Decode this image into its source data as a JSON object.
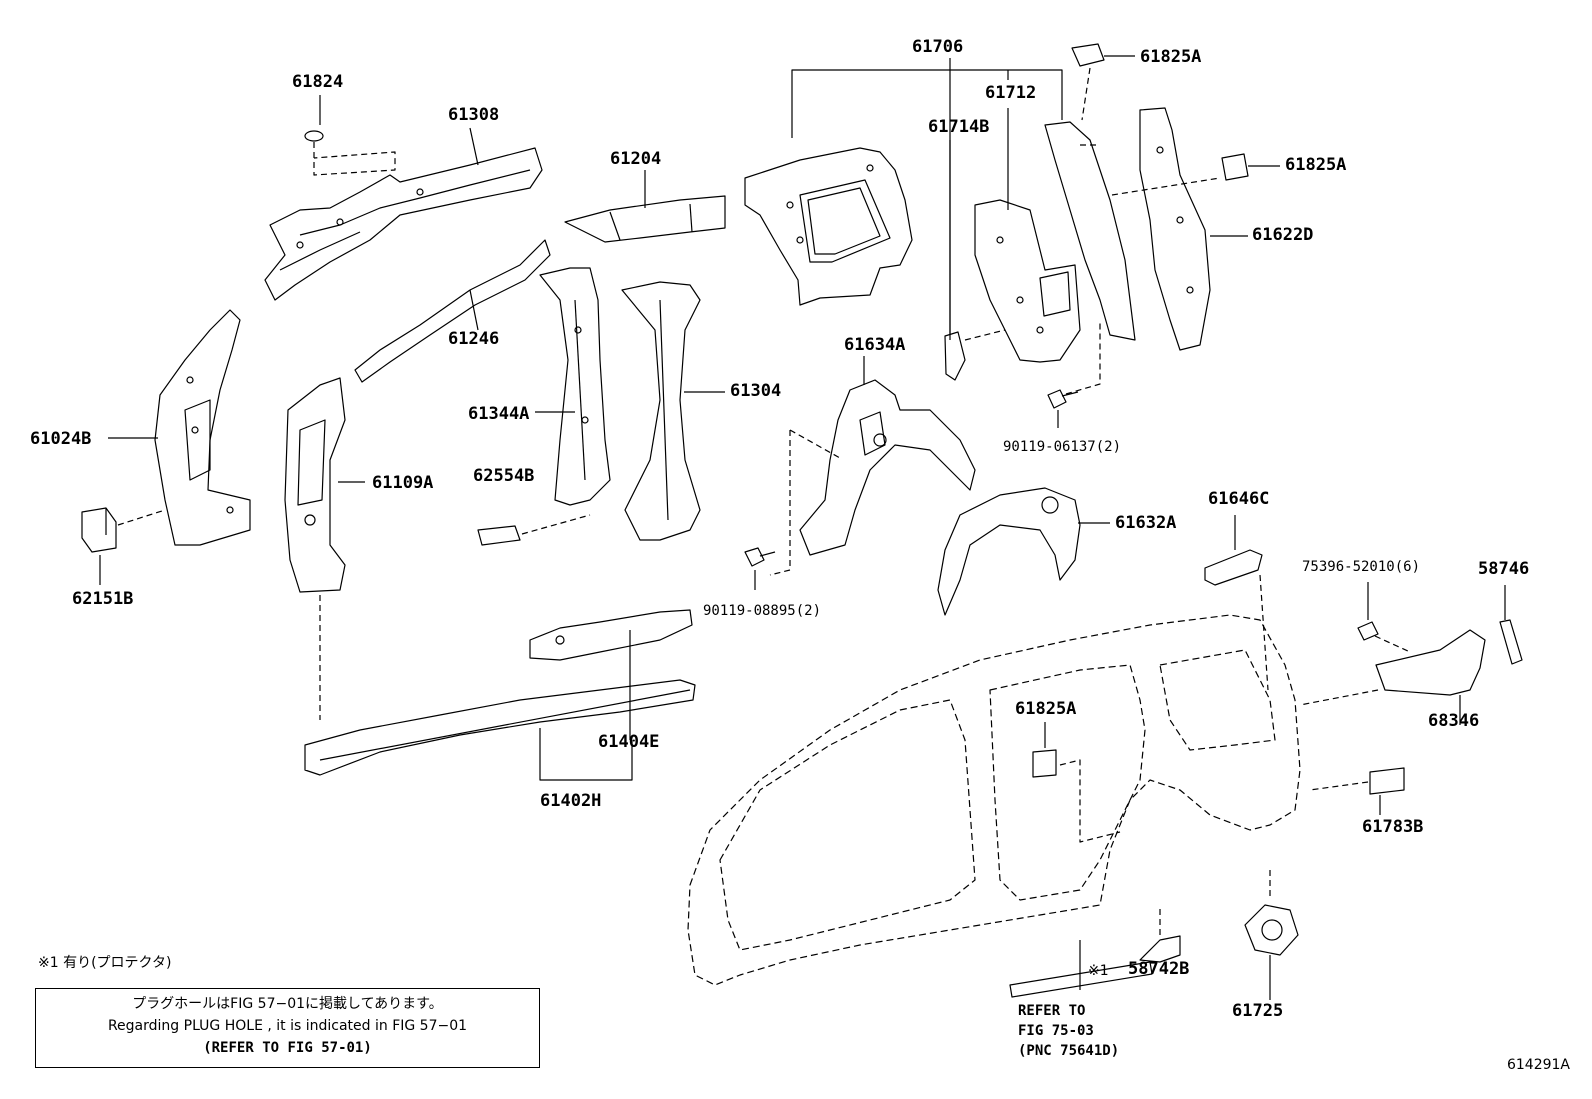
{
  "parts": {
    "p61706": "61706",
    "p61825A_top": "61825A",
    "p61712": "61712",
    "p61714B": "61714B",
    "p61824": "61824",
    "p61308": "61308",
    "p61204": "61204",
    "p61825A_mid": "61825A",
    "p61622D": "61622D",
    "p61246": "61246",
    "p61634A": "61634A",
    "p61304": "61304",
    "p61024B": "61024B",
    "p61344A": "61344A",
    "p90119_06137": "90119-06137(2)",
    "p61109A": "61109A",
    "p62554B": "62554B",
    "p61646C": "61646C",
    "p61632A": "61632A",
    "p75396": "75396-52010(6)",
    "p58746": "58746",
    "p62151B": "62151B",
    "p90119_08895": "90119-08895(2)",
    "p61825A_low": "61825A",
    "p68346": "68346",
    "p61404E": "61404E",
    "p61402H": "61402H",
    "p61783B": "61783B",
    "p58742B": "58742B",
    "p61725": "61725"
  },
  "refer": {
    "line1": "REFER TO",
    "line2": "FIG 75-03",
    "line3": "(PNC 75641D)"
  },
  "marks": {
    "footnote": "※1 有り(プロテクタ)",
    "m58742": "※1"
  },
  "note": {
    "jp": "プラグホールはFIG 57−01に掲載してあります。",
    "en": "Regarding  PLUG  HOLE , it is indicated in FIG  57−01",
    "ref": "(REFER TO FIG 57-01)"
  },
  "diagram_code": "614291A"
}
